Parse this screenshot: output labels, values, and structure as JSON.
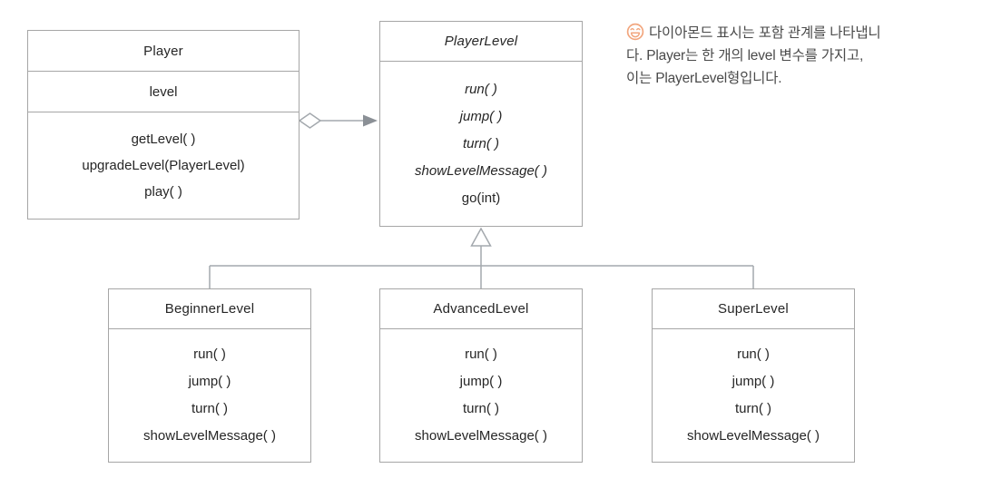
{
  "diagram": {
    "type": "uml-class-diagram",
    "classes": [
      {
        "name": "Player",
        "abstract": false,
        "attributes": [
          "level"
        ],
        "methods": [
          "getLevel( )",
          "upgradeLevel(PlayerLevel)",
          "play( )"
        ]
      },
      {
        "name": "PlayerLevel",
        "abstract": true,
        "attributes": [],
        "methods": [
          "run( )",
          "jump( )",
          "turn( )",
          "showLevelMessage( )",
          "go(int)"
        ],
        "abstract_methods": [
          true,
          true,
          true,
          true,
          false
        ]
      },
      {
        "name": "BeginnerLevel",
        "abstract": false,
        "attributes": [],
        "methods": [
          "run( )",
          "jump( )",
          "turn( )",
          "showLevelMessage( )"
        ]
      },
      {
        "name": "AdvancedLevel",
        "abstract": false,
        "attributes": [],
        "methods": [
          "run( )",
          "jump( )",
          "turn( )",
          "showLevelMessage( )"
        ]
      },
      {
        "name": "SuperLevel",
        "abstract": false,
        "attributes": [],
        "methods": [
          "run( )",
          "jump( )",
          "turn( )",
          "showLevelMessage( )"
        ]
      }
    ],
    "relationships": [
      {
        "type": "aggregation",
        "from": "Player",
        "to": "PlayerLevel",
        "marker_from": "open-diamond",
        "marker_to": "filled-arrow"
      },
      {
        "type": "inheritance",
        "parent": "PlayerLevel",
        "children": [
          "BeginnerLevel",
          "AdvancedLevel",
          "SuperLevel"
        ],
        "marker": "hollow-triangle"
      }
    ]
  },
  "note": {
    "icon": "smiley-face-icon",
    "lines": [
      "다이아몬드 표시는 포함 관계를 나타냅니",
      "다. Player는 한 개의 level 변수를 가지고,",
      "이는 PlayerLevel형입니다."
    ],
    "full_text": "다이아몬드 표시는 포함 관계를 나타냅니다. Player는 한 개의 level 변수를 가지고, 이는 PlayerLevel형입니다."
  },
  "colors": {
    "background": "#ffffff",
    "box_border": "#a6a6a6",
    "connector": "#a3a8ad",
    "arrowhead_fill": "#8b9096",
    "class_text": "#262626",
    "note_text": "#4a4a4a",
    "icon_orange": "#f2a67e"
  }
}
